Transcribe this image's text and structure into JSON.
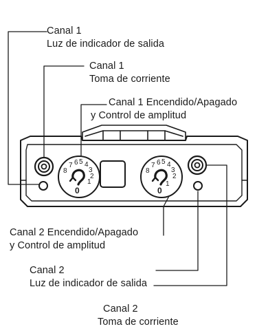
{
  "callouts": {
    "ch1_output_light": {
      "line1": "Canal 1",
      "line2": "Luz de indicador de salida"
    },
    "ch1_power_jack": {
      "line1": "Canal 1",
      "line2": "Toma de corriente"
    },
    "ch1_amp_control": {
      "line1": "Canal  1  Encendido/Apagado",
      "line2": "y Control de amplitud"
    },
    "ch2_amp_control": {
      "line1": "Canal  2  Encendido/Apagado",
      "line2": "y Control de amplitud"
    },
    "ch2_output_light": {
      "line1": "Canal 2",
      "line2": "Luz de indicador de salida"
    },
    "ch2_power_jack": {
      "line1": "Canal 2",
      "line2": "Toma de corriente"
    }
  },
  "dials": {
    "left": {
      "numbers": [
        "8",
        "7",
        "6",
        "5",
        "4",
        "3",
        "2",
        "1",
        "0"
      ]
    },
    "right": {
      "numbers": [
        "8",
        "7",
        "6",
        "5",
        "4",
        "3",
        "2",
        "1",
        "0"
      ]
    }
  },
  "colors": {
    "ink": "#1a1a1a",
    "paper": "#ffffff"
  }
}
